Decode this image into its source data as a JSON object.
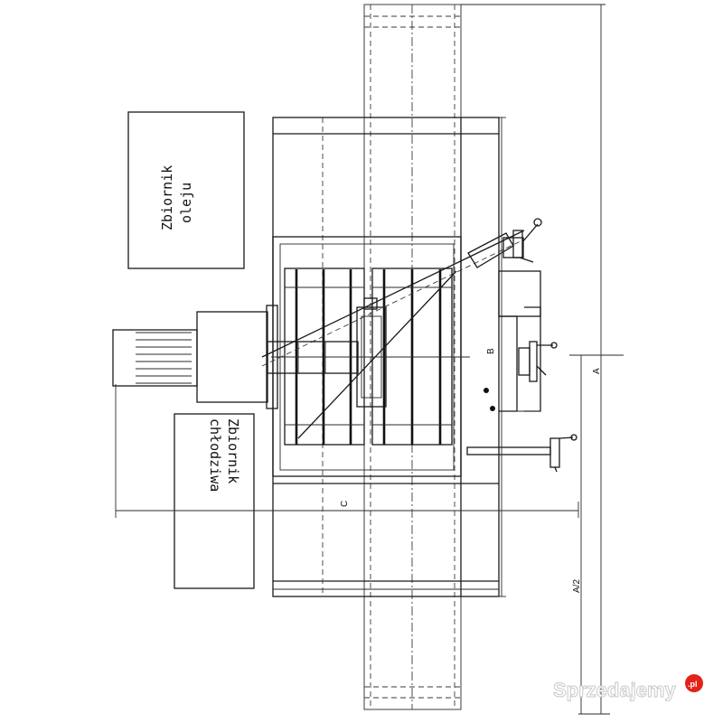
{
  "tanks": {
    "oil": {
      "line1": "Zbiornik",
      "line2": "oleju"
    },
    "coolant": {
      "line1": "Zbiornik",
      "line2": "chłodziwa"
    }
  },
  "dimensions": {
    "a": "A",
    "a_half": "A/2",
    "b": "B",
    "c": "C"
  },
  "watermark": {
    "text": "Sprzedajemy",
    "suffix": ".pl",
    "badge_color": "#e2231a"
  }
}
